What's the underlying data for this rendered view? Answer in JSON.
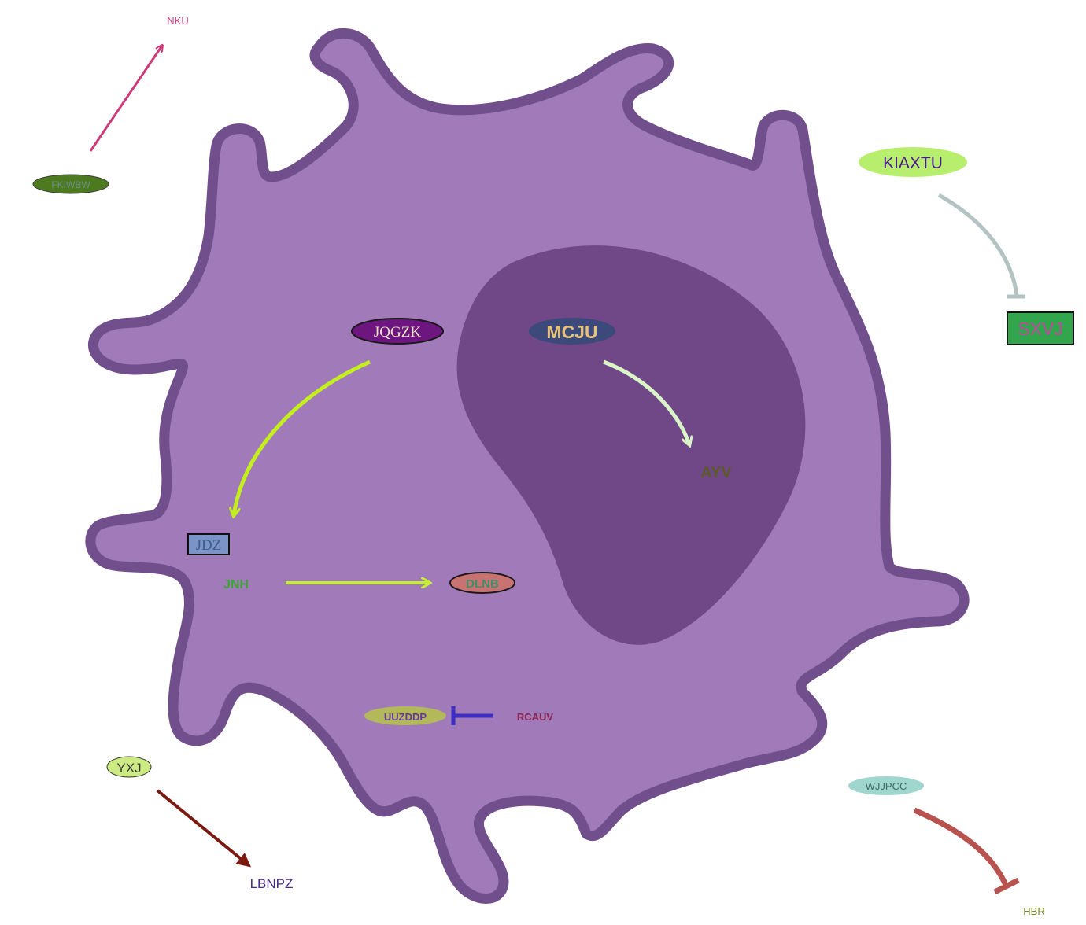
{
  "diagram": {
    "colors": {
      "cell_fill": "#a07ab9",
      "cell_border": "#714f8c",
      "nucleus_fill": "#714887"
    },
    "nodes": {
      "nku": {
        "label": "NKU",
        "color": "#cc3a83"
      },
      "fkiwbw": {
        "label": "FKIWBW",
        "color": "#6a8f8a",
        "fill": "#4d7a1e"
      },
      "kiaxtu": {
        "label": "KIAXTU",
        "color": "#4b1a8c",
        "fill": "#b7ee6e"
      },
      "sxvj": {
        "label": "SXVJ",
        "color": "#c0489e",
        "fill": "#31a64d",
        "border": "#111111"
      },
      "jqgzk": {
        "label": "JQGZK",
        "color": "#e7e3bf",
        "fill": "#6e1680",
        "border": "#1a1a1a"
      },
      "mcju": {
        "label": "MCJU",
        "color": "#e8c27a",
        "fill": "#3b4a7a"
      },
      "ayv": {
        "label": "AYV",
        "color": "#5c5a28"
      },
      "jdz": {
        "label": "JDZ",
        "color": "#3a5f8c",
        "fill": "#7b93c7",
        "border": "#111111"
      },
      "jnh": {
        "label": "JNH",
        "color": "#3fa339"
      },
      "dlnb": {
        "label": "DLNB",
        "color": "#3f8f6a",
        "fill": "#c97272",
        "border": "#1a1a1a"
      },
      "uuzddp": {
        "label": "UUZDDP",
        "color": "#6438a0",
        "fill": "#b3b95a"
      },
      "rcauv": {
        "label": "RCAUV",
        "color": "#8c2450"
      },
      "yxj": {
        "label": "YXJ",
        "color": "#3a3a3a",
        "fill": "#cdeb83",
        "border": "#333333"
      },
      "lbnpz": {
        "label": "LBNPZ",
        "color": "#4a2a8a"
      },
      "wjjpcc": {
        "label": "WJJPCC",
        "color": "#3f6b6b",
        "fill": "#9fd6cd"
      },
      "hbr": {
        "label": "HBR",
        "color": "#7a8a2a"
      }
    },
    "edges": [
      {
        "from": "FKIWBW",
        "to": "NKU",
        "type": "activation",
        "color": "#cc3a7a"
      },
      {
        "from": "KIAXTU",
        "to": "SXVJ",
        "type": "inhibition",
        "color": "#b3c3c3"
      },
      {
        "from": "JQGZK",
        "to": "JDZ",
        "type": "activation",
        "color": "#c5ee1e"
      },
      {
        "from": "MCJU",
        "to": "AYV",
        "type": "activation",
        "color": "#d9f5c8"
      },
      {
        "from": "JNH",
        "to": "DLNB",
        "type": "activation",
        "color": "#c5ee3a"
      },
      {
        "from": "RCAUV",
        "to": "UUZDDP",
        "type": "inhibition",
        "color": "#3b2fc0"
      },
      {
        "from": "YXJ",
        "to": "LBNPZ",
        "type": "activation",
        "color": "#7a1a10"
      },
      {
        "from": "WJJPCC",
        "to": "HBR",
        "type": "inhibition",
        "color": "#b8524e"
      }
    ]
  }
}
